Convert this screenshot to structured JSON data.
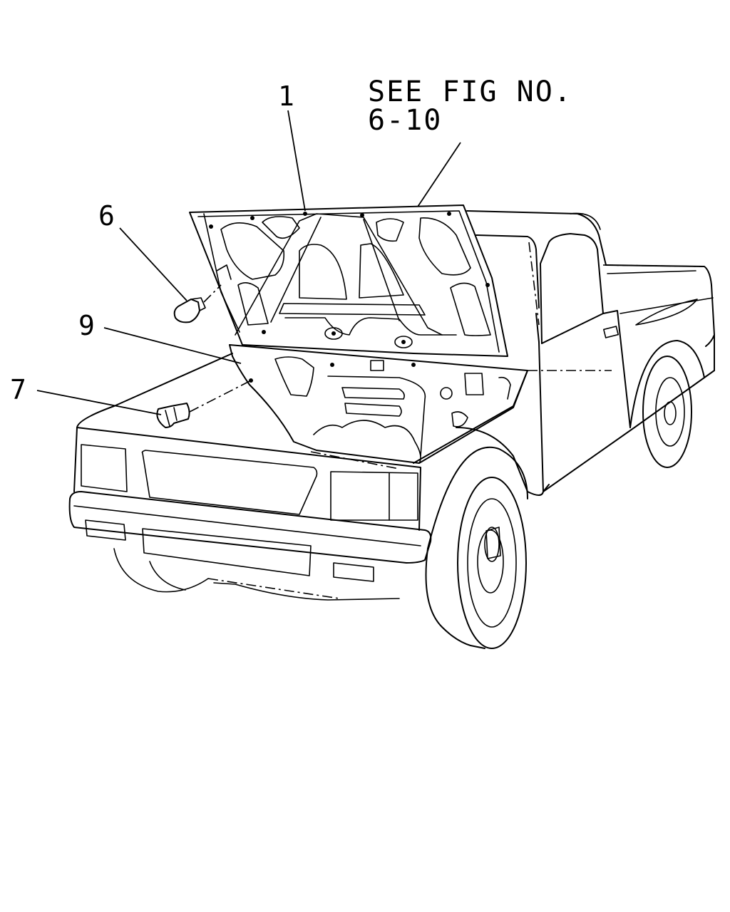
{
  "note": {
    "line1": "SEE FIG NO.",
    "line2": "6-10"
  },
  "callouts": [
    {
      "id": "callout-1",
      "label": "1",
      "part": "hood-panel"
    },
    {
      "id": "callout-6",
      "label": "6",
      "part": "bumper-cushion"
    },
    {
      "id": "callout-9",
      "label": "9",
      "part": "hood-insulator"
    },
    {
      "id": "callout-7",
      "label": "7",
      "part": "insulator-clip"
    }
  ]
}
